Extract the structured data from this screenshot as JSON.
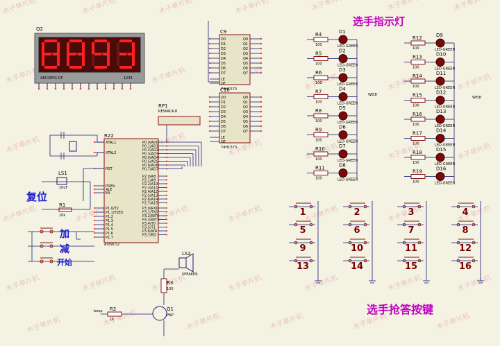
{
  "titles": {
    "led_title": "选手指示灯",
    "btn_title": "选手抢答按键"
  },
  "labels": {
    "reset": "复位",
    "add": "加",
    "sub": "减",
    "start": "开始"
  },
  "display": {
    "ref": "Q2",
    "digits": [
      "8",
      "8",
      "9",
      "3"
    ],
    "seg_label": "ABCDEFG DP",
    "digit_pins": "1234",
    "color": "#ff2020",
    "bg": "#4a0a0a"
  },
  "mcu": {
    "ref": "R22",
    "name": "AT89C52",
    "left_pins": [
      "XTAL1",
      "XTAL2",
      "RST",
      "PSEN",
      "ALE",
      "EA",
      "P1.0/T2",
      "P1.1/T2EX",
      "P1.2",
      "P1.3",
      "P1.4",
      "P1.5",
      "P1.6",
      "P1.7"
    ],
    "right_pins": [
      "P0.0/AD0",
      "P0.1/AD1",
      "P0.2/AD2",
      "P0.3/AD3",
      "P0.4/AD4",
      "P0.5/AD5",
      "P0.6/AD6",
      "P0.7/AD7",
      "P2.0/A8",
      "P2.1/A9",
      "P2.2/A10",
      "P2.3/A11",
      "P2.4/A12",
      "P2.5/A13",
      "P2.6/A14",
      "P2.7/A15",
      "P3.0/RXD",
      "P3.1/TXD",
      "P3.2/INT0",
      "P3.3/INT1",
      "P3.4/T0",
      "P3.5/T1",
      "P3.6/WR",
      "P3.7/RD"
    ]
  },
  "latches": [
    {
      "ref": "C9",
      "name": "74HC573"
    },
    {
      "ref": "C10",
      "name": "74HC573"
    }
  ],
  "respack": {
    "ref": "RP1",
    "name": "RESPACK-8"
  },
  "reset_parts": {
    "cap": "LS1",
    "cap_val": "10uF",
    "res": "R1",
    "res_val": "10k"
  },
  "buzzer": {
    "ref": "LS2",
    "name": "SPEAKER",
    "res": "R3",
    "res_val": "100",
    "transistor": "Q1",
    "trans_type": "PNP",
    "beep_res": "R2",
    "beep_res_val": "1k",
    "beep_net": "beep"
  },
  "leds_left": [
    {
      "res": "R4",
      "led": "D1"
    },
    {
      "res": "R5",
      "led": "D2"
    },
    {
      "res": "R6",
      "led": "D3"
    },
    {
      "res": "R7",
      "led": "D4"
    },
    {
      "res": "R8",
      "led": "D5"
    },
    {
      "res": "R9",
      "led": "D6"
    },
    {
      "res": "R10",
      "led": "D7"
    },
    {
      "res": "R11",
      "led": "D8"
    }
  ],
  "leds_right": [
    {
      "res": "R12",
      "led": "D9"
    },
    {
      "res": "R13",
      "led": "D10"
    },
    {
      "res": "R14",
      "led": "D11"
    },
    {
      "res": "R15",
      "led": "D12"
    },
    {
      "res": "R16",
      "led": "D13"
    },
    {
      "res": "R17",
      "led": "D14"
    },
    {
      "res": "R18",
      "led": "D15"
    },
    {
      "res": "R19",
      "led": "D16"
    }
  ],
  "led_res_val": "100",
  "led_type": "LED-GREEN",
  "net_wei8": "WEI8",
  "buttons": [
    [
      "1",
      "2",
      "3",
      "4"
    ],
    [
      "5",
      "6",
      "7",
      "8"
    ],
    [
      "9",
      "10",
      "11",
      "12"
    ],
    [
      "13",
      "14",
      "15",
      "16"
    ]
  ],
  "watermark": "木子单片机"
}
